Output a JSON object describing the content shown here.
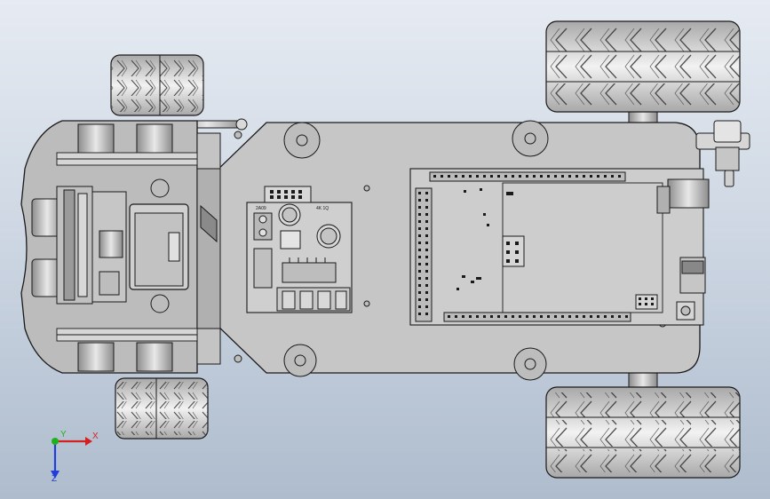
{
  "triad": {
    "x_label": "X",
    "y_label": "Y",
    "z_label": "Z",
    "x_color": "#d62020",
    "y_color": "#1db31d",
    "z_color": "#1f3fd8"
  },
  "board_labels": {
    "header_left": "2A09",
    "header_right": "4K 1Q"
  },
  "colors": {
    "line": "#1a1a1a",
    "body": "#b9b9b9",
    "plate": "#c8c8c8",
    "tire": "#d2d2d2",
    "background_top": "#e6ebf2",
    "background_bottom": "#aebccd"
  }
}
